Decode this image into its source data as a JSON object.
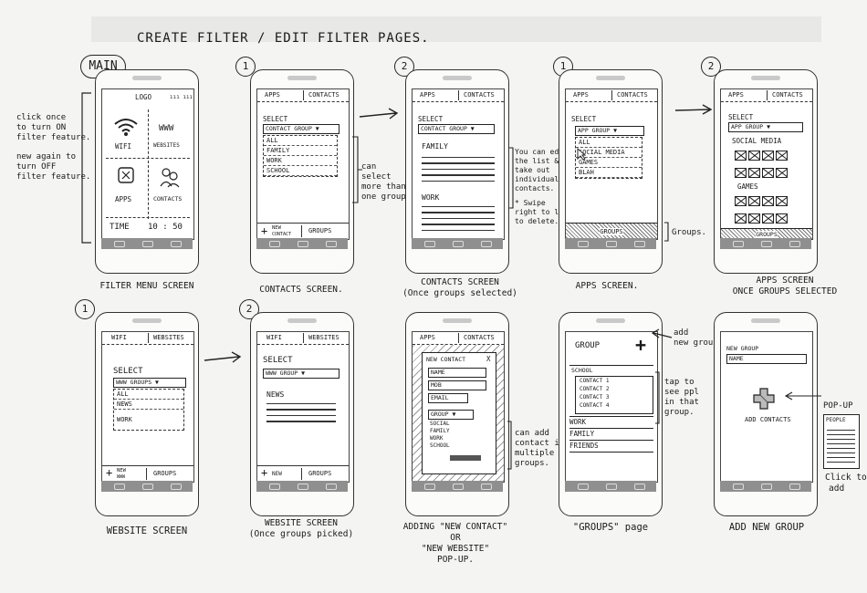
{
  "title": "CREATE FILTER / EDIT FILTER PAGES.",
  "main_badge": "MAIN",
  "left_notes": {
    "line1": "click once",
    "line2": "to turn ON",
    "line3": "filter feature.",
    "line4": "new again to",
    "line5": "turn OFF",
    "line6": "filter feature."
  },
  "step_one": "1",
  "step_two": "2",
  "s1": {
    "logo": "LOGO",
    "signal": "ııı ııı",
    "wifi": "WIFI",
    "www": "WWW",
    "websites": "WEBSITES",
    "apps": "APPS",
    "contacts": "CONTACTS",
    "time_label": "TIME",
    "time_value": "10 : 50",
    "caption": "FILTER MENU SCREEN"
  },
  "s2": {
    "tab1": "APPS",
    "tab2": "CONTACTS",
    "select": "SELECT",
    "dropdown": "CONTACT GROUP ▼",
    "items": [
      "ALL",
      "FAMILY",
      "WORK",
      "SCHOOL"
    ],
    "note1": "can",
    "note2": "select",
    "note3": "more than",
    "note4": "one group.",
    "plus": "+",
    "new": "NEW",
    "new2": "CONTACT",
    "groups": "GROUPS",
    "caption": "CONTACTS SCREEN."
  },
  "s3": {
    "tab1": "APPS",
    "tab2": "CONTACTS",
    "select": "SELECT",
    "dropdown": "CONTACT GROUP ▼",
    "family": "FAMILY",
    "work": "WORK",
    "note1": "You can edit",
    "note2": "the list &",
    "note3": "take out",
    "note4": "individual",
    "note5": "contacts.",
    "note6": "* Swipe",
    "note7": "right to left",
    "note8": "to delete.",
    "caption1": "CONTACTS SCREEN",
    "caption2": "(Once groups selected)"
  },
  "s4": {
    "tab1": "APPS",
    "tab2": "CONTACTS",
    "select": "SELECT",
    "dropdown": "APP GROUP ▼",
    "items": [
      "ALL",
      "SOCIAL MEDIA",
      "GAMES",
      "BLAH"
    ],
    "bottom": "GROUPS",
    "note": "Groups.",
    "caption": "APPS SCREEN."
  },
  "s5": {
    "tab1": "APPS",
    "tab2": "CONTACTS",
    "select": "SELECT",
    "dropdown": "APP GROUP ▼",
    "social": "SOCIAL MEDIA",
    "games": "GAMES",
    "bottom": "GROUPS",
    "caption1": "APPS SCREEN",
    "caption2": "ONCE GROUPS SELECTED"
  },
  "s6": {
    "tab1": "WIFI",
    "tab2": "WEBSITES",
    "select": "SELECT",
    "dropdown": "WWW GROUPS ▼",
    "items": [
      "ALL",
      "NEWS",
      "WORK"
    ],
    "plus": "+",
    "new": "NEW",
    "new2": "WWW",
    "groups": "GROUPS",
    "caption": "WEBSITE SCREEN"
  },
  "s7": {
    "tab1": "WIFI",
    "tab2": "WEBSITES",
    "select": "SELECT",
    "dropdown": "WWW GROUP ▼",
    "news": "NEWS",
    "plus": "+",
    "new": "NEW",
    "groups": "GROUPS",
    "caption1": "WEBSITE SCREEN",
    "caption2": "(Once groups picked)"
  },
  "s8": {
    "tab1": "APPS",
    "tab2": "CONTACTS",
    "popup_title": "NEW CONTACT",
    "close": "X",
    "name": "NAME",
    "mobile": "MOB",
    "email": "EMAIL",
    "group": "GROUP ▼",
    "items": [
      "SOCIAL",
      "FAMILY",
      "WORK",
      "SCHOOL"
    ],
    "note1": "can add",
    "note2": "contact into",
    "note3": "multiple",
    "note4": "groups.",
    "caption1": "ADDING \"NEW CONTACT\"",
    "caption2": "OR",
    "caption3": "\"NEW WEBSITE\"",
    "caption4": "POP-UP."
  },
  "s9": {
    "group": "GROUP",
    "plus": "+",
    "school": "SCHOOL",
    "contacts": [
      "CONTACT 1",
      "CONTACT 2",
      "CONTACT 3",
      "CONTACT 4"
    ],
    "work": "WORK",
    "family": "FAMILY",
    "friends": "FRIENDS",
    "note_add1": "add",
    "note_add2": "new group",
    "note_tap1": "tap to",
    "note_tap2": "see ppl",
    "note_tap3": "in that",
    "note_tap4": "group.",
    "caption": "\"GROUPS\" page"
  },
  "s10": {
    "new_group": "NEW GROUP",
    "name": "NAME",
    "add_contacts": "ADD CONTACTS",
    "popup": "POP-UP",
    "people": "PEOPLE",
    "note1": "Click to",
    "note2": "add",
    "caption": "ADD NEW GROUP"
  }
}
